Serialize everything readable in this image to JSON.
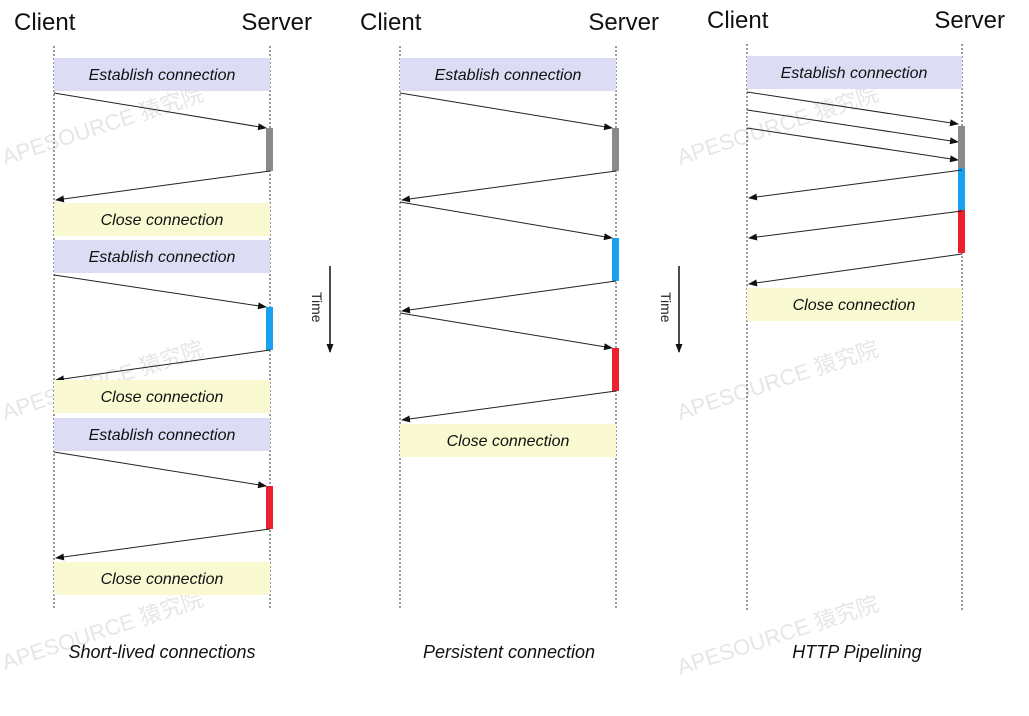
{
  "colors": {
    "establish_fill": "#dcdcf5",
    "close_fill": "#fafad2",
    "bar_gray": "#8a8a8a",
    "bar_blue": "#1aa0f0",
    "bar_red": "#ee2030"
  },
  "watermark": "APESOURCE 猿究院",
  "time_label": "Time",
  "panels": [
    {
      "client": "Client",
      "server": "Server",
      "caption": "Short-lived connections",
      "boxes": [
        {
          "kind": "establish",
          "label": "Establish connection"
        },
        {
          "kind": "close",
          "label": "Close connection"
        },
        {
          "kind": "establish",
          "label": "Establish connection"
        },
        {
          "kind": "close",
          "label": "Close connection"
        },
        {
          "kind": "establish",
          "label": "Establish connection"
        },
        {
          "kind": "close",
          "label": "Close connection"
        }
      ],
      "bars": [
        "gray",
        "blue",
        "red"
      ],
      "requests": 3,
      "responses": 3
    },
    {
      "client": "Client",
      "server": "Server",
      "caption": "Persistent connection",
      "boxes": [
        {
          "kind": "establish",
          "label": "Establish connection"
        },
        {
          "kind": "close",
          "label": "Close connection"
        }
      ],
      "bars": [
        "gray",
        "blue",
        "red"
      ],
      "requests": 3,
      "responses": 3
    },
    {
      "client": "Client",
      "server": "Server",
      "caption": "HTTP Pipelining",
      "boxes": [
        {
          "kind": "establish",
          "label": "Establish connection"
        },
        {
          "kind": "close",
          "label": "Close connection"
        }
      ],
      "bars": [
        "gray",
        "blue",
        "red"
      ],
      "requests": 3,
      "responses": 3
    }
  ]
}
